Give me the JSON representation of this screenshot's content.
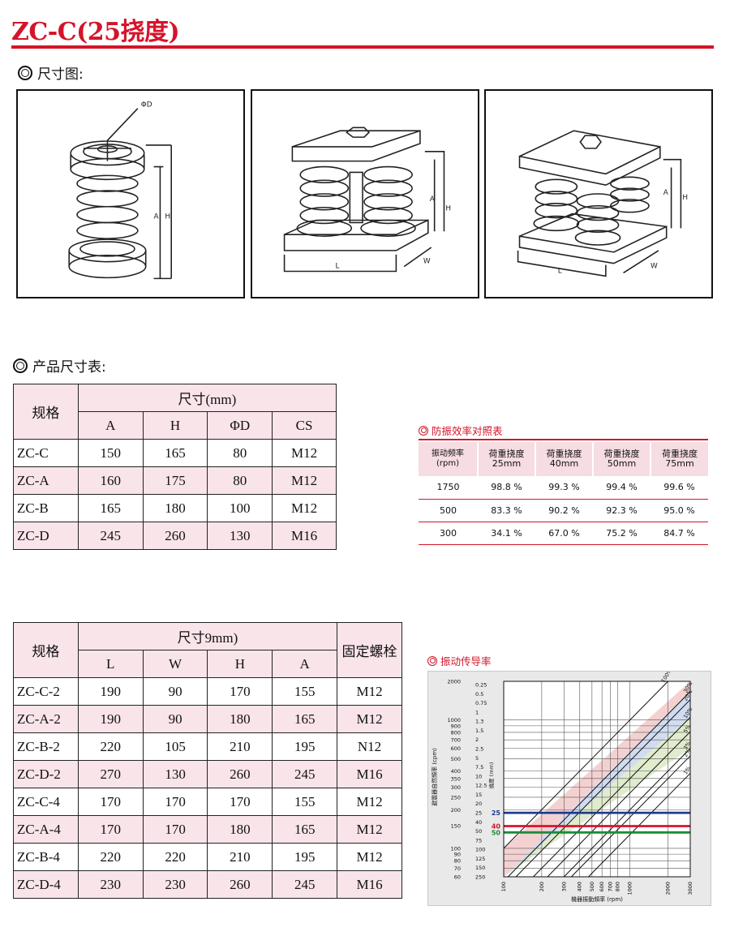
{
  "page": {
    "title": "ZC-C(25挠度)",
    "sections": {
      "dims": "尺寸图:",
      "product_table": "产品尺寸表:",
      "efficiency": "防振效率对照表",
      "transmissibility": "振动传导率"
    }
  },
  "drawings": {
    "single": {
      "phi_label": "ΦD",
      "a_label": "A",
      "h_label": "H"
    },
    "double": {
      "a_label": "A",
      "h_label": "H",
      "l_label": "L",
      "w_label": "W"
    },
    "quad": {
      "a_label": "A",
      "h_label": "H",
      "l_label": "L",
      "w_label": "W"
    }
  },
  "table1": {
    "col_model": "规格",
    "col_group": "尺寸(mm)",
    "cols": [
      "A",
      "H",
      "ΦD",
      "CS"
    ],
    "rows": [
      {
        "model": "ZC-C",
        "cells": [
          "150",
          "165",
          "80",
          "M12"
        ]
      },
      {
        "model": "ZC-A",
        "cells": [
          "160",
          "175",
          "80",
          "M12"
        ]
      },
      {
        "model": "ZC-B",
        "cells": [
          "165",
          "180",
          "100",
          "M12"
        ]
      },
      {
        "model": "ZC-D",
        "cells": [
          "245",
          "260",
          "130",
          "M16"
        ]
      }
    ]
  },
  "table2": {
    "col_model": "规格",
    "col_group": "尺寸9mm)",
    "col_bolt": "固定螺栓",
    "cols": [
      "L",
      "W",
      "H",
      "A"
    ],
    "rows": [
      {
        "model": "ZC-C-2",
        "cells": [
          "190",
          "90",
          "170",
          "155",
          "M12"
        ]
      },
      {
        "model": "ZC-A-2",
        "cells": [
          "190",
          "90",
          "180",
          "165",
          "M12"
        ]
      },
      {
        "model": "ZC-B-2",
        "cells": [
          "220",
          "105",
          "210",
          "195",
          "N12"
        ]
      },
      {
        "model": "ZC-D-2",
        "cells": [
          "270",
          "130",
          "260",
          "245",
          "M16"
        ]
      },
      {
        "model": "ZC-C-4",
        "cells": [
          "170",
          "170",
          "170",
          "155",
          "M12"
        ]
      },
      {
        "model": "ZC-A-4",
        "cells": [
          "170",
          "170",
          "180",
          "165",
          "M12"
        ]
      },
      {
        "model": "ZC-B-4",
        "cells": [
          "220",
          "220",
          "210",
          "195",
          "M12"
        ]
      },
      {
        "model": "ZC-D-4",
        "cells": [
          "230",
          "230",
          "260",
          "245",
          "M16"
        ]
      }
    ]
  },
  "efficiency_table": {
    "headers": [
      [
        "振动频率",
        "(rpm)"
      ],
      [
        "荷重挠度",
        "25mm"
      ],
      [
        "荷重挠度",
        "40mm"
      ],
      [
        "荷重挠度",
        "50mm"
      ],
      [
        "荷重挠度",
        "75mm"
      ]
    ],
    "rows": [
      [
        "1750",
        "98.8 %",
        "99.3 %",
        "99.4 %",
        "99.6 %"
      ],
      [
        "500",
        "83.3 %",
        "90.2 %",
        "92.3 %",
        "95.0 %"
      ],
      [
        "300",
        "34.1 %",
        "67.0 %",
        "75.2 %",
        "84.7 %"
      ]
    ]
  },
  "chart_data": {
    "type": "line",
    "xlabel": "機器振動頻率 (rpm)",
    "ylabel": "避震器自然頻率 (cpm)",
    "ylabel2": "撓度 (mm)",
    "x_scale": "log",
    "y_scale": "log",
    "xlim": [
      100,
      3000
    ],
    "ylim": [
      60,
      2000
    ],
    "x_ticks": [
      "100",
      "200",
      "300",
      "400",
      "500",
      "600",
      "700",
      "800",
      "1000",
      "2000",
      "3000"
    ],
    "y_ticks": [
      "2000",
      "1000",
      "900",
      "800",
      "700",
      "600",
      "500",
      "400",
      "350",
      "300",
      "250",
      "200",
      "150",
      "100",
      "90",
      "80",
      "70",
      "60"
    ],
    "deflection_ticks": [
      "0.25",
      "0.5",
      "0.75",
      "1",
      "1.3",
      "1.5",
      "2",
      "2.5",
      "5",
      "7.5",
      "10",
      "12.5",
      "15",
      "20",
      "25",
      "40",
      "50",
      "75",
      "100",
      "125",
      "150",
      "250"
    ],
    "series": [
      {
        "name": "100%",
        "ratio": 1.0
      },
      {
        "name": "30%",
        "ratio": 0.555
      },
      {
        "name": "20%",
        "ratio": 0.48
      },
      {
        "name": "10%",
        "ratio": 0.35
      },
      {
        "name": "5%",
        "ratio": 0.27
      },
      {
        "name": "3%",
        "ratio": 0.2
      },
      {
        "name": "2%",
        "ratio": 0.175
      },
      {
        "name": "1%",
        "ratio": 0.128
      }
    ],
    "bands": [
      {
        "from_ratio": 1.0,
        "to_ratio": 0.555,
        "color": "#f2c9c9"
      },
      {
        "from_ratio": 0.555,
        "to_ratio": 0.35,
        "color": "#c9d6ee"
      },
      {
        "from_ratio": 0.35,
        "to_ratio": 0.2,
        "color": "#dbe9c4"
      }
    ],
    "reference_lines": [
      {
        "label": "25",
        "y": 189,
        "color": "#1d3a8c"
      },
      {
        "label": "40",
        "y": 149,
        "color": "#d4142a"
      },
      {
        "label": "50",
        "y": 133,
        "color": "#1c8c3a"
      }
    ],
    "grid": true
  }
}
